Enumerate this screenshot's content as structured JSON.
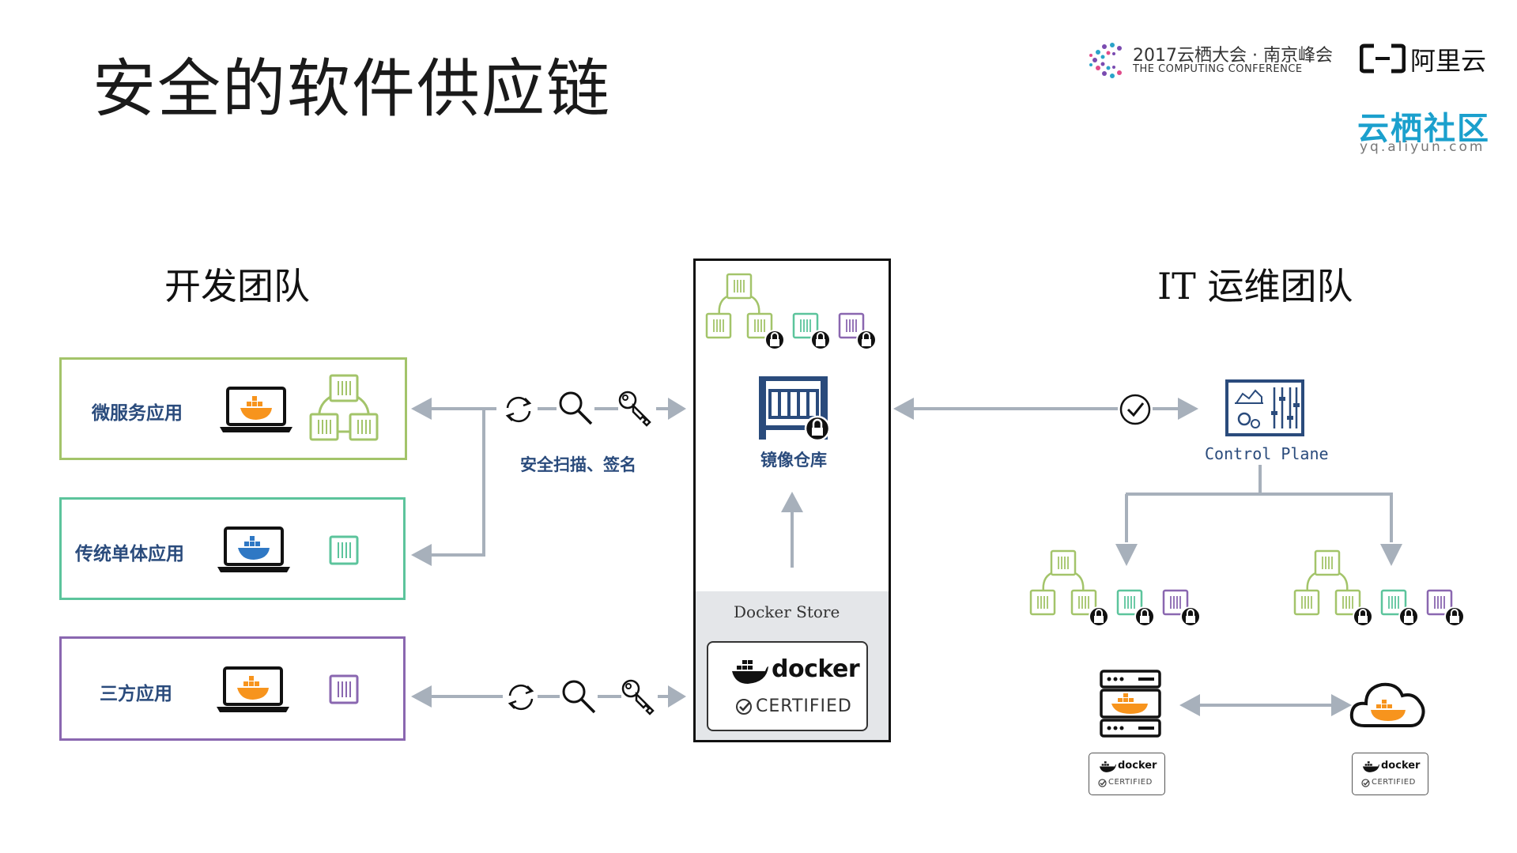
{
  "title": "安全的软件供应链",
  "logos": {
    "conference_line1": "2017云栖大会 · 南京峰会",
    "conference_line2": "THE COMPUTING CONFERENCE",
    "aliyun": "阿里云",
    "yunqi_title": "云栖社区",
    "yunqi_url": "yq.aliyun.com"
  },
  "dev_team": {
    "heading": "开发团队",
    "apps": [
      {
        "label": "微服务应用",
        "color": "#8fbc5a"
      },
      {
        "label": "传统单体应用",
        "color": "#4dbf94"
      },
      {
        "label": "三方应用",
        "color": "#8a67b0"
      }
    ]
  },
  "pipeline": {
    "scan_sign_label": "安全扫描、签名"
  },
  "registry": {
    "label": "镜像仓库",
    "store_label": "Docker Store",
    "cert_docker": "docker",
    "cert_certified": "CERTIFIED"
  },
  "ops_team": {
    "heading": "IT 运维团队",
    "control_plane": "Control Plane",
    "small_docker": "docker",
    "small_certified": "CERTIFIED"
  },
  "colors": {
    "arrow": "#a7b0bb",
    "navy": "#2a4b7c",
    "docker_orange": "#f7941d",
    "docker_blue": "#2f78c4",
    "green": "#8fbc5a",
    "teal": "#4dbf94",
    "purple": "#8a67b0"
  }
}
